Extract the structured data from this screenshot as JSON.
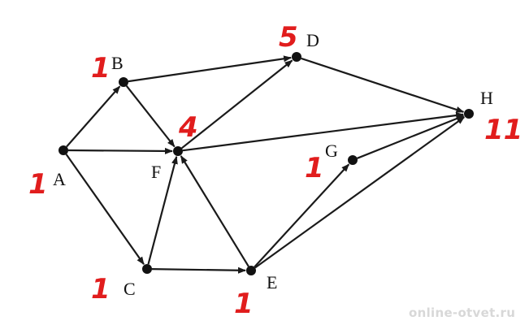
{
  "graph": {
    "nodes": [
      {
        "id": "A",
        "label": "A",
        "count": "1"
      },
      {
        "id": "B",
        "label": "B",
        "count": "1"
      },
      {
        "id": "C",
        "label": "C",
        "count": "1"
      },
      {
        "id": "D",
        "label": "D",
        "count": "5"
      },
      {
        "id": "E",
        "label": "E",
        "count": "1"
      },
      {
        "id": "F",
        "label": "F",
        "count": "4"
      },
      {
        "id": "G",
        "label": "G",
        "count": "1"
      },
      {
        "id": "H",
        "label": "H",
        "count": "11"
      }
    ],
    "edges": [
      {
        "from": "A",
        "to": "B"
      },
      {
        "from": "A",
        "to": "F"
      },
      {
        "from": "A",
        "to": "C"
      },
      {
        "from": "B",
        "to": "D"
      },
      {
        "from": "B",
        "to": "F"
      },
      {
        "from": "C",
        "to": "F"
      },
      {
        "from": "C",
        "to": "E"
      },
      {
        "from": "E",
        "to": "F"
      },
      {
        "from": "E",
        "to": "G"
      },
      {
        "from": "E",
        "to": "H"
      },
      {
        "from": "F",
        "to": "D"
      },
      {
        "from": "F",
        "to": "H"
      },
      {
        "from": "D",
        "to": "H"
      },
      {
        "from": "G",
        "to": "H"
      }
    ],
    "colors": {
      "ink": "#111111",
      "annotation": "#e11d1d"
    }
  },
  "watermark": {
    "text": "online-otvet.ru"
  }
}
